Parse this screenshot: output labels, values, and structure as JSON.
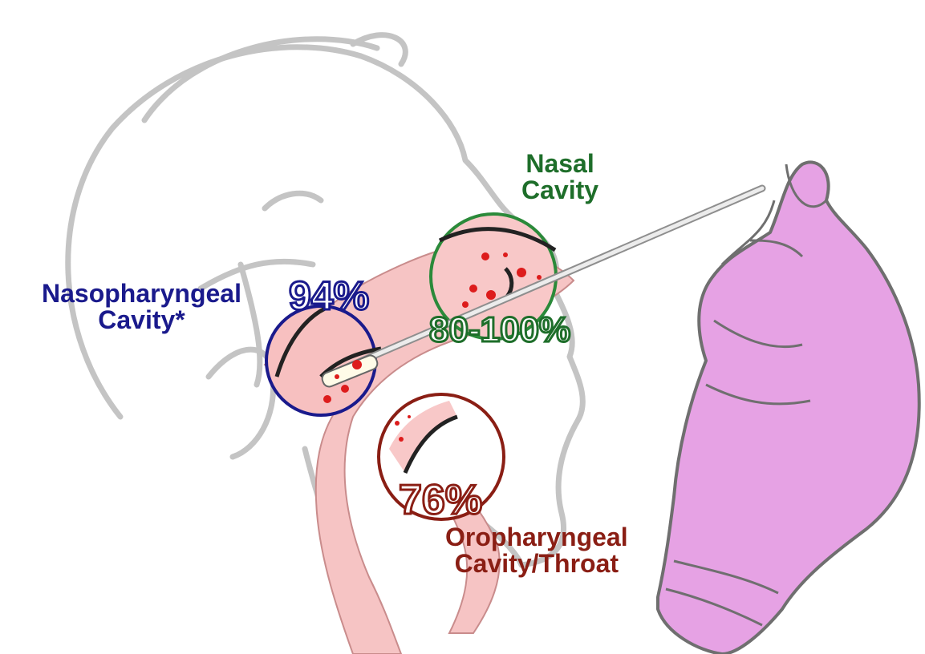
{
  "colors": {
    "nasopharyngeal": "#1a1a8c",
    "nasal": "#1e6e2a",
    "oropharyngeal": "#8a1e14",
    "tissue": "#f2a0a0",
    "glove": "#e6a2e4",
    "outline": "#b9b9b9",
    "virus": "#dd1c1c"
  },
  "regions": {
    "nasal": {
      "label_line1": "Nasal",
      "label_line2": "Cavity",
      "percent": "80-100%",
      "color": "#1e6e2a"
    },
    "nasopharyngeal": {
      "label_line1": "Nasopharyngeal",
      "label_line2": "Cavity*",
      "percent": "94%",
      "color": "#1a1a8c"
    },
    "oropharyngeal": {
      "label_line1": "Oropharyngeal",
      "label_line2": "Cavity/Throat",
      "percent": "76%",
      "color": "#8a1e14"
    }
  },
  "icons": {
    "face": "head-profile-outline",
    "hand": "gloved-hand-icon",
    "swab": "swab-icon",
    "virus": "virus-particle-icon"
  }
}
